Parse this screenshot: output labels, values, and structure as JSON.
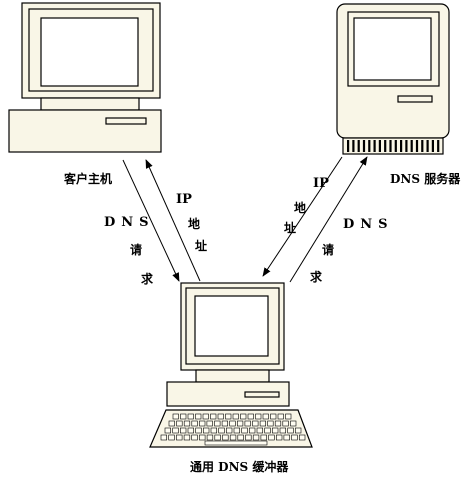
{
  "diagram": {
    "client_label": "客户主机",
    "dns_server_label": "DNS 服务器",
    "cache_label": "通用 DNS 缓冲器",
    "left_request": {
      "dns": "DNS",
      "qing": "请",
      "qiu": "求"
    },
    "left_reply": {
      "ip": "IP",
      "di": "地",
      "zhi": "址"
    },
    "right_request": {
      "dns": "DNS",
      "qing": "请",
      "qiu": "求"
    },
    "right_reply": {
      "ip": "IP",
      "di": "地",
      "zhi": "址"
    }
  },
  "colors": {
    "device_fill": "#f9f6e7",
    "stroke": "#000000",
    "screen_fill": "#ffffff"
  }
}
